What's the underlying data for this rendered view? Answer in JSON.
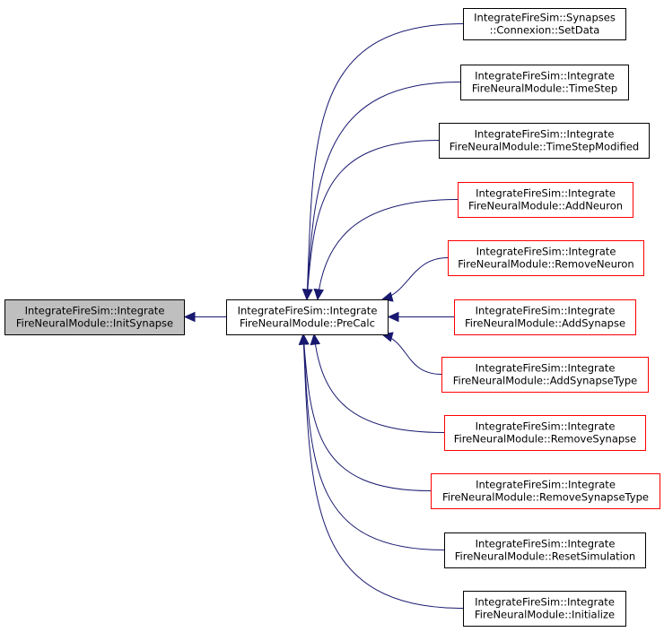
{
  "colors": {
    "edge": "#191970",
    "border_default": "#000000",
    "border_highlight": "#ff0000",
    "fill_current": "#bfbfbf",
    "fill_default": "#ffffff"
  },
  "nodes": [
    {
      "id": "init_synapse",
      "lines": [
        "IntegrateFireSim::Integrate",
        "FireNeuralModule::InitSynapse"
      ],
      "style": "current"
    },
    {
      "id": "pre_calc",
      "lines": [
        "IntegrateFireSim::Integrate",
        "FireNeuralModule::PreCalc"
      ],
      "style": "default"
    },
    {
      "id": "set_data",
      "lines": [
        "IntegrateFireSim::Synapses",
        "::Connexion::SetData"
      ],
      "style": "default"
    },
    {
      "id": "time_step",
      "lines": [
        "IntegrateFireSim::Integrate",
        "FireNeuralModule::TimeStep"
      ],
      "style": "default"
    },
    {
      "id": "time_step_modified",
      "lines": [
        "IntegrateFireSim::Integrate",
        "FireNeuralModule::TimeStepModified"
      ],
      "style": "default"
    },
    {
      "id": "add_neuron",
      "lines": [
        "IntegrateFireSim::Integrate",
        "FireNeuralModule::AddNeuron"
      ],
      "style": "highlight"
    },
    {
      "id": "remove_neuron",
      "lines": [
        "IntegrateFireSim::Integrate",
        "FireNeuralModule::RemoveNeuron"
      ],
      "style": "highlight"
    },
    {
      "id": "add_synapse",
      "lines": [
        "IntegrateFireSim::Integrate",
        "FireNeuralModule::AddSynapse"
      ],
      "style": "highlight"
    },
    {
      "id": "add_synapse_type",
      "lines": [
        "IntegrateFireSim::Integrate",
        "FireNeuralModule::AddSynapseType"
      ],
      "style": "highlight"
    },
    {
      "id": "remove_synapse",
      "lines": [
        "IntegrateFireSim::Integrate",
        "FireNeuralModule::RemoveSynapse"
      ],
      "style": "highlight"
    },
    {
      "id": "remove_synapse_type",
      "lines": [
        "IntegrateFireSim::Integrate",
        "FireNeuralModule::RemoveSynapseType"
      ],
      "style": "highlight"
    },
    {
      "id": "reset_simulation",
      "lines": [
        "IntegrateFireSim::Integrate",
        "FireNeuralModule::ResetSimulation"
      ],
      "style": "default"
    },
    {
      "id": "initialize",
      "lines": [
        "IntegrateFireSim::Integrate",
        "FireNeuralModule::Initialize"
      ],
      "style": "default"
    }
  ],
  "edges": [
    {
      "from": "pre_calc",
      "to": "init_synapse"
    },
    {
      "from": "set_data",
      "to": "pre_calc"
    },
    {
      "from": "time_step",
      "to": "pre_calc"
    },
    {
      "from": "time_step_modified",
      "to": "pre_calc"
    },
    {
      "from": "add_neuron",
      "to": "pre_calc"
    },
    {
      "from": "remove_neuron",
      "to": "pre_calc"
    },
    {
      "from": "add_synapse",
      "to": "pre_calc"
    },
    {
      "from": "add_synapse_type",
      "to": "pre_calc"
    },
    {
      "from": "remove_synapse",
      "to": "pre_calc"
    },
    {
      "from": "remove_synapse_type",
      "to": "pre_calc"
    },
    {
      "from": "reset_simulation",
      "to": "pre_calc"
    },
    {
      "from": "initialize",
      "to": "pre_calc"
    }
  ]
}
